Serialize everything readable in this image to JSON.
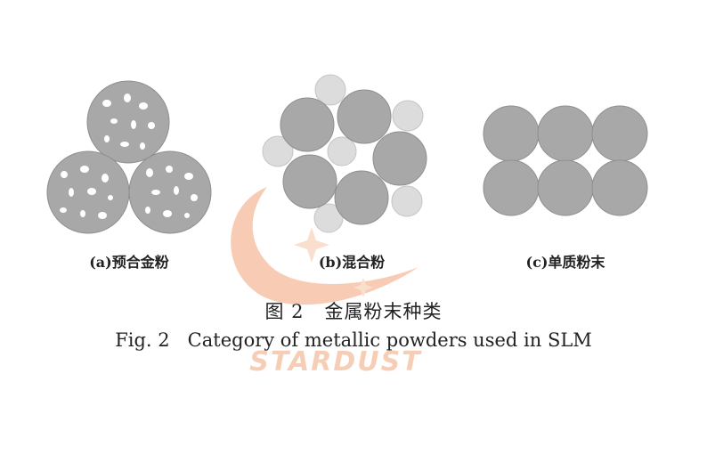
{
  "panels": [
    {
      "id": "a",
      "label": "(a)预合金粉"
    },
    {
      "id": "b",
      "label": "(b)混合粉"
    },
    {
      "id": "c",
      "label": "(c)单质粉末"
    }
  ],
  "caption": {
    "chinese": "图 2   金属粉末种类",
    "english": "Fig. 2   Category of metallic powders used in SLM"
  },
  "watermark": {
    "text": "STARDUST"
  },
  "colors": {
    "particle": "#a8a8a8",
    "particle_stroke": "#8f8f8f",
    "small_particle": "#dcdcdc",
    "small_particle_stroke": "#c4c4c4",
    "pore": "#ffffff",
    "watermark": "#f3b08a"
  }
}
